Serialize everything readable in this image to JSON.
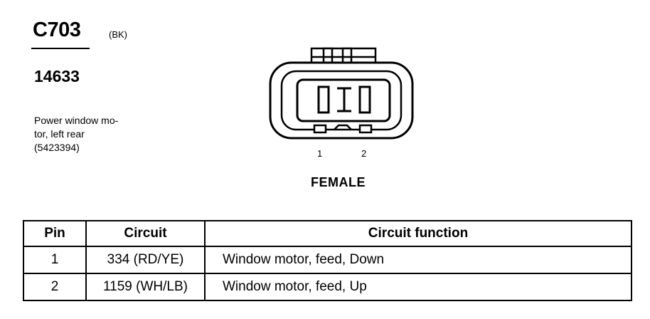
{
  "connector": {
    "id": "C703",
    "color_code": "(BK)",
    "part_number": "14633",
    "description_lines": [
      "Power window mo-",
      "tor, left rear",
      "(5423394)"
    ],
    "pin_labels": [
      "1",
      "2"
    ],
    "gender": "FEMALE"
  },
  "table": {
    "headers": {
      "pin": "Pin",
      "circuit": "Circuit",
      "function": "Circuit function"
    },
    "rows": [
      {
        "pin": "1",
        "circuit": "334 (RD/YE)",
        "function": "Window motor, feed, Down"
      },
      {
        "pin": "2",
        "circuit": "1159 (WH/LB)",
        "function": "Window motor, feed, Up"
      }
    ]
  }
}
